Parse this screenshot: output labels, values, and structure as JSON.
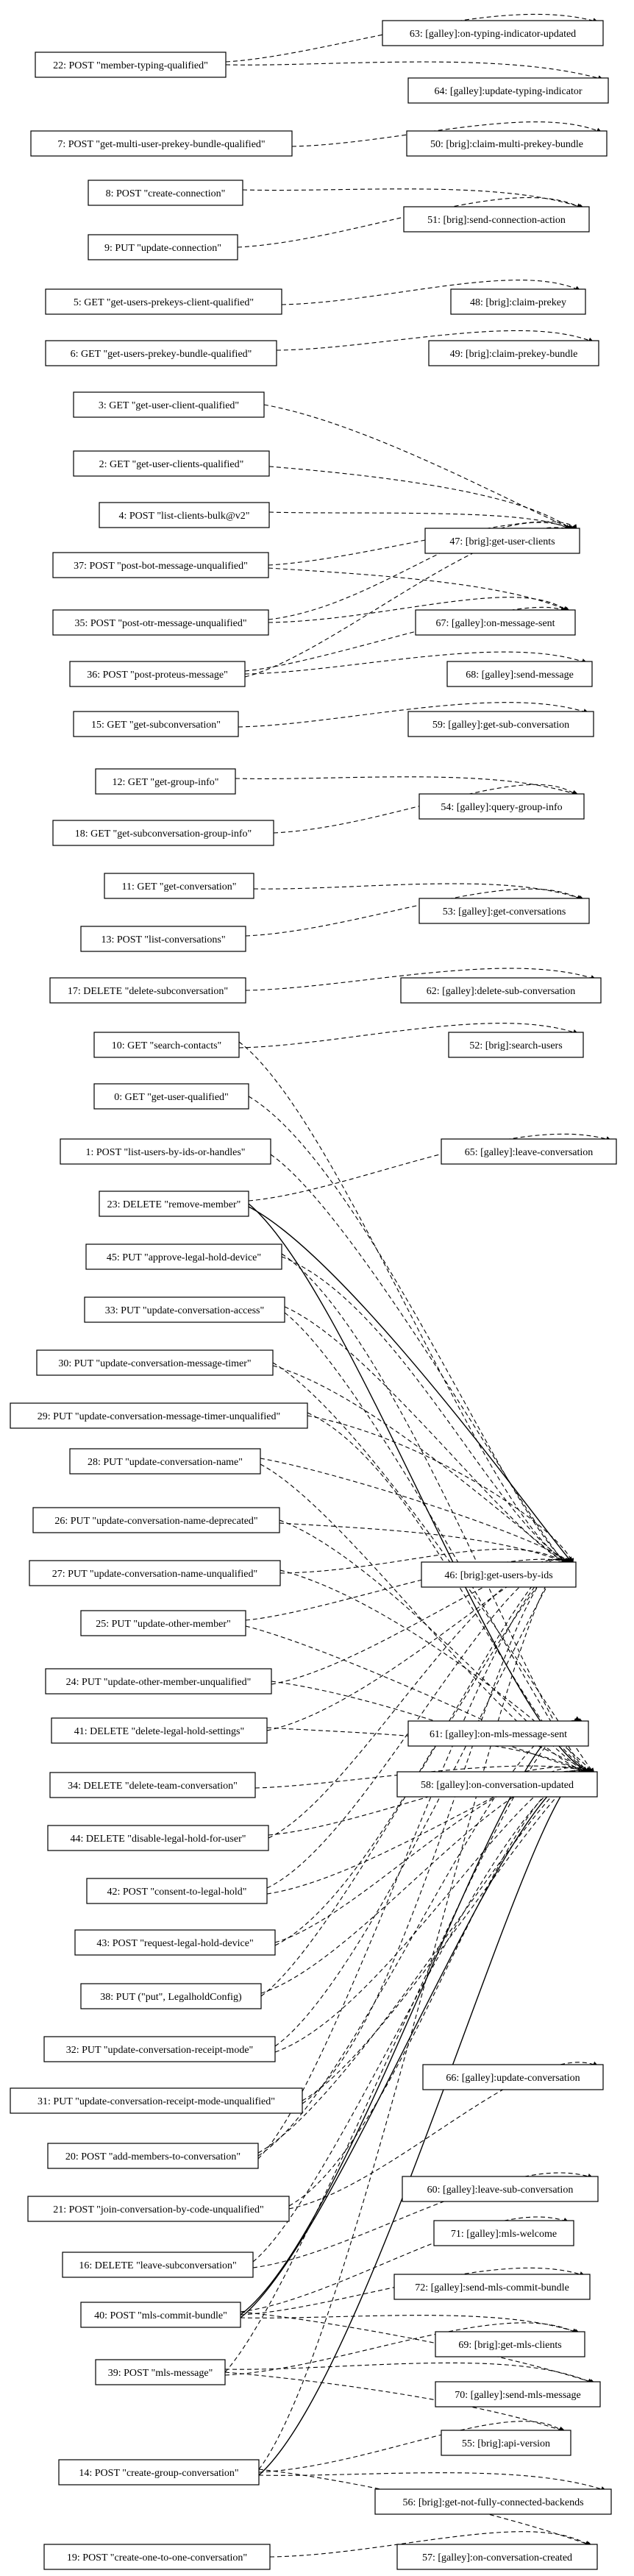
{
  "diagram": {
    "left_nodes": [
      {
        "id": "22",
        "label": "22: POST \"member-typing-qualified\""
      },
      {
        "id": "7",
        "label": "7: POST \"get-multi-user-prekey-bundle-qualified\""
      },
      {
        "id": "8",
        "label": "8: POST \"create-connection\""
      },
      {
        "id": "9",
        "label": "9: PUT \"update-connection\""
      },
      {
        "id": "5",
        "label": "5: GET \"get-users-prekeys-client-qualified\""
      },
      {
        "id": "6",
        "label": "6: GET \"get-users-prekey-bundle-qualified\""
      },
      {
        "id": "3",
        "label": "3: GET \"get-user-client-qualified\""
      },
      {
        "id": "2",
        "label": "2: GET \"get-user-clients-qualified\""
      },
      {
        "id": "4",
        "label": "4: POST \"list-clients-bulk@v2\""
      },
      {
        "id": "37",
        "label": "37: POST \"post-bot-message-unqualified\""
      },
      {
        "id": "35",
        "label": "35: POST \"post-otr-message-unqualified\""
      },
      {
        "id": "36",
        "label": "36: POST \"post-proteus-message\""
      },
      {
        "id": "15",
        "label": "15: GET \"get-subconversation\""
      },
      {
        "id": "12",
        "label": "12: GET \"get-group-info\""
      },
      {
        "id": "18",
        "label": "18: GET \"get-subconversation-group-info\""
      },
      {
        "id": "11",
        "label": "11: GET \"get-conversation\""
      },
      {
        "id": "13",
        "label": "13: POST \"list-conversations\""
      },
      {
        "id": "17",
        "label": "17: DELETE \"delete-subconversation\""
      },
      {
        "id": "10",
        "label": "10: GET \"search-contacts\""
      },
      {
        "id": "0",
        "label": "0: GET \"get-user-qualified\""
      },
      {
        "id": "1",
        "label": "1: POST \"list-users-by-ids-or-handles\""
      },
      {
        "id": "23",
        "label": "23: DELETE \"remove-member\""
      },
      {
        "id": "45",
        "label": "45: PUT \"approve-legal-hold-device\""
      },
      {
        "id": "33",
        "label": "33: PUT \"update-conversation-access\""
      },
      {
        "id": "30",
        "label": "30: PUT \"update-conversation-message-timer\""
      },
      {
        "id": "29",
        "label": "29: PUT \"update-conversation-message-timer-unqualified\""
      },
      {
        "id": "28",
        "label": "28: PUT \"update-conversation-name\""
      },
      {
        "id": "26",
        "label": "26: PUT \"update-conversation-name-deprecated\""
      },
      {
        "id": "27",
        "label": "27: PUT \"update-conversation-name-unqualified\""
      },
      {
        "id": "25",
        "label": "25: PUT \"update-other-member\""
      },
      {
        "id": "24",
        "label": "24: PUT \"update-other-member-unqualified\""
      },
      {
        "id": "41",
        "label": "41: DELETE \"delete-legal-hold-settings\""
      },
      {
        "id": "34",
        "label": "34: DELETE \"delete-team-conversation\""
      },
      {
        "id": "44",
        "label": "44: DELETE \"disable-legal-hold-for-user\""
      },
      {
        "id": "42",
        "label": "42: POST \"consent-to-legal-hold\""
      },
      {
        "id": "43",
        "label": "43: POST \"request-legal-hold-device\""
      },
      {
        "id": "38",
        "label": "38: PUT (\"put\", LegalholdConfig)"
      },
      {
        "id": "32",
        "label": "32: PUT \"update-conversation-receipt-mode\""
      },
      {
        "id": "31",
        "label": "31: PUT \"update-conversation-receipt-mode-unqualified\""
      },
      {
        "id": "20",
        "label": "20: POST \"add-members-to-conversation\""
      },
      {
        "id": "21",
        "label": "21: POST \"join-conversation-by-code-unqualified\""
      },
      {
        "id": "16",
        "label": "16: DELETE \"leave-subconversation\""
      },
      {
        "id": "40",
        "label": "40: POST \"mls-commit-bundle\""
      },
      {
        "id": "39",
        "label": "39: POST \"mls-message\""
      },
      {
        "id": "14",
        "label": "14: POST \"create-group-conversation\""
      },
      {
        "id": "19",
        "label": "19: POST \"create-one-to-one-conversation\""
      }
    ],
    "right_nodes": [
      {
        "id": "63",
        "label": "63: [galley]:on-typing-indicator-updated"
      },
      {
        "id": "64",
        "label": "64: [galley]:update-typing-indicator"
      },
      {
        "id": "50",
        "label": "50: [brig]:claim-multi-prekey-bundle"
      },
      {
        "id": "51",
        "label": "51: [brig]:send-connection-action"
      },
      {
        "id": "48",
        "label": "48: [brig]:claim-prekey"
      },
      {
        "id": "49",
        "label": "49: [brig]:claim-prekey-bundle"
      },
      {
        "id": "47",
        "label": "47: [brig]:get-user-clients"
      },
      {
        "id": "67",
        "label": "67: [galley]:on-message-sent"
      },
      {
        "id": "68",
        "label": "68: [galley]:send-message"
      },
      {
        "id": "59",
        "label": "59: [galley]:get-sub-conversation"
      },
      {
        "id": "54",
        "label": "54: [galley]:query-group-info"
      },
      {
        "id": "53",
        "label": "53: [galley]:get-conversations"
      },
      {
        "id": "62",
        "label": "62: [galley]:delete-sub-conversation"
      },
      {
        "id": "52",
        "label": "52: [brig]:search-users"
      },
      {
        "id": "65",
        "label": "65: [galley]:leave-conversation"
      },
      {
        "id": "46",
        "label": "46: [brig]:get-users-by-ids"
      },
      {
        "id": "61",
        "label": "61: [galley]:on-mls-message-sent"
      },
      {
        "id": "58",
        "label": "58: [galley]:on-conversation-updated"
      },
      {
        "id": "66",
        "label": "66: [galley]:update-conversation"
      },
      {
        "id": "60",
        "label": "60: [galley]:leave-sub-conversation"
      },
      {
        "id": "71",
        "label": "71: [galley]:mls-welcome"
      },
      {
        "id": "72",
        "label": "72: [galley]:send-mls-commit-bundle"
      },
      {
        "id": "69",
        "label": "69: [brig]:get-mls-clients"
      },
      {
        "id": "70",
        "label": "70: [galley]:send-mls-message"
      },
      {
        "id": "55",
        "label": "55: [brig]:api-version"
      },
      {
        "id": "56",
        "label": "56: [brig]:get-not-fully-connected-backends"
      },
      {
        "id": "57",
        "label": "57: [galley]:on-conversation-created"
      }
    ],
    "edges": [
      {
        "from": "22",
        "to": "63",
        "style": "dashed"
      },
      {
        "from": "22",
        "to": "64",
        "style": "dashed"
      },
      {
        "from": "7",
        "to": "50",
        "style": "dashed"
      },
      {
        "from": "8",
        "to": "51",
        "style": "dashed"
      },
      {
        "from": "9",
        "to": "51",
        "style": "dashed"
      },
      {
        "from": "5",
        "to": "48",
        "style": "dashed"
      },
      {
        "from": "6",
        "to": "49",
        "style": "dashed"
      },
      {
        "from": "3",
        "to": "47",
        "style": "dashed"
      },
      {
        "from": "2",
        "to": "47",
        "style": "dashed"
      },
      {
        "from": "4",
        "to": "47",
        "style": "dashed"
      },
      {
        "from": "37",
        "to": "47",
        "style": "dashed"
      },
      {
        "from": "37",
        "to": "67",
        "style": "dashed"
      },
      {
        "from": "35",
        "to": "47",
        "style": "dashed"
      },
      {
        "from": "35",
        "to": "67",
        "style": "dashed"
      },
      {
        "from": "36",
        "to": "47",
        "style": "dashed"
      },
      {
        "from": "36",
        "to": "67",
        "style": "dashed"
      },
      {
        "from": "36",
        "to": "68",
        "style": "dashed"
      },
      {
        "from": "15",
        "to": "59",
        "style": "dashed"
      },
      {
        "from": "12",
        "to": "54",
        "style": "dashed"
      },
      {
        "from": "18",
        "to": "54",
        "style": "dashed"
      },
      {
        "from": "11",
        "to": "53",
        "style": "dashed"
      },
      {
        "from": "13",
        "to": "53",
        "style": "dashed"
      },
      {
        "from": "17",
        "to": "62",
        "style": "dashed"
      },
      {
        "from": "10",
        "to": "52",
        "style": "dashed"
      },
      {
        "from": "10",
        "to": "46",
        "style": "dashed"
      },
      {
        "from": "0",
        "to": "46",
        "style": "dashed"
      },
      {
        "from": "1",
        "to": "46",
        "style": "dashed"
      },
      {
        "from": "23",
        "to": "65",
        "style": "dashed"
      },
      {
        "from": "23",
        "to": "58",
        "style": "solid"
      },
      {
        "from": "23",
        "to": "46",
        "style": "solid"
      },
      {
        "from": "45",
        "to": "58",
        "style": "dashed"
      },
      {
        "from": "45",
        "to": "46",
        "style": "dashed"
      },
      {
        "from": "33",
        "to": "58",
        "style": "dashed"
      },
      {
        "from": "33",
        "to": "46",
        "style": "dashed"
      },
      {
        "from": "30",
        "to": "58",
        "style": "dashed"
      },
      {
        "from": "30",
        "to": "46",
        "style": "dashed"
      },
      {
        "from": "29",
        "to": "58",
        "style": "dashed"
      },
      {
        "from": "29",
        "to": "46",
        "style": "dashed"
      },
      {
        "from": "28",
        "to": "58",
        "style": "dashed"
      },
      {
        "from": "28",
        "to": "46",
        "style": "dashed"
      },
      {
        "from": "26",
        "to": "58",
        "style": "dashed"
      },
      {
        "from": "26",
        "to": "46",
        "style": "dashed"
      },
      {
        "from": "27",
        "to": "58",
        "style": "dashed"
      },
      {
        "from": "27",
        "to": "46",
        "style": "dashed"
      },
      {
        "from": "25",
        "to": "58",
        "style": "dashed"
      },
      {
        "from": "25",
        "to": "46",
        "style": "dashed"
      },
      {
        "from": "24",
        "to": "58",
        "style": "dashed"
      },
      {
        "from": "24",
        "to": "46",
        "style": "dashed"
      },
      {
        "from": "41",
        "to": "58",
        "style": "dashed"
      },
      {
        "from": "41",
        "to": "46",
        "style": "dashed"
      },
      {
        "from": "34",
        "to": "58",
        "style": "dashed"
      },
      {
        "from": "44",
        "to": "58",
        "style": "dashed"
      },
      {
        "from": "44",
        "to": "46",
        "style": "dashed"
      },
      {
        "from": "42",
        "to": "58",
        "style": "dashed"
      },
      {
        "from": "42",
        "to": "46",
        "style": "dashed"
      },
      {
        "from": "43",
        "to": "58",
        "style": "dashed"
      },
      {
        "from": "43",
        "to": "46",
        "style": "dashed"
      },
      {
        "from": "38",
        "to": "58",
        "style": "dashed"
      },
      {
        "from": "38",
        "to": "46",
        "style": "dashed"
      },
      {
        "from": "32",
        "to": "58",
        "style": "dashed"
      },
      {
        "from": "32",
        "to": "46",
        "style": "dashed"
      },
      {
        "from": "31",
        "to": "58",
        "style": "dashed"
      },
      {
        "from": "31",
        "to": "46",
        "style": "dashed"
      },
      {
        "from": "20",
        "to": "58",
        "style": "dashed"
      },
      {
        "from": "20",
        "to": "61",
        "style": "dashed"
      },
      {
        "from": "20",
        "to": "46",
        "style": "dashed"
      },
      {
        "from": "21",
        "to": "58",
        "style": "dashed"
      },
      {
        "from": "21",
        "to": "66",
        "style": "dashed"
      },
      {
        "from": "16",
        "to": "60",
        "style": "dashed"
      },
      {
        "from": "16",
        "to": "58",
        "style": "dashed"
      },
      {
        "from": "40",
        "to": "61",
        "style": "solid"
      },
      {
        "from": "40",
        "to": "58",
        "style": "solid"
      },
      {
        "from": "40",
        "to": "71",
        "style": "dashed"
      },
      {
        "from": "40",
        "to": "72",
        "style": "dashed"
      },
      {
        "from": "40",
        "to": "69",
        "style": "dashed"
      },
      {
        "from": "40",
        "to": "70",
        "style": "dashed"
      },
      {
        "from": "39",
        "to": "61",
        "style": "dashed"
      },
      {
        "from": "39",
        "to": "69",
        "style": "dashed"
      },
      {
        "from": "39",
        "to": "70",
        "style": "dashed"
      },
      {
        "from": "39",
        "to": "55",
        "style": "dashed"
      },
      {
        "from": "14",
        "to": "58",
        "style": "solid"
      },
      {
        "from": "14",
        "to": "46",
        "style": "dashed"
      },
      {
        "from": "14",
        "to": "55",
        "style": "dashed"
      },
      {
        "from": "14",
        "to": "56",
        "style": "dashed"
      },
      {
        "from": "14",
        "to": "57",
        "style": "dashed"
      },
      {
        "from": "19",
        "to": "57",
        "style": "dashed"
      }
    ]
  }
}
